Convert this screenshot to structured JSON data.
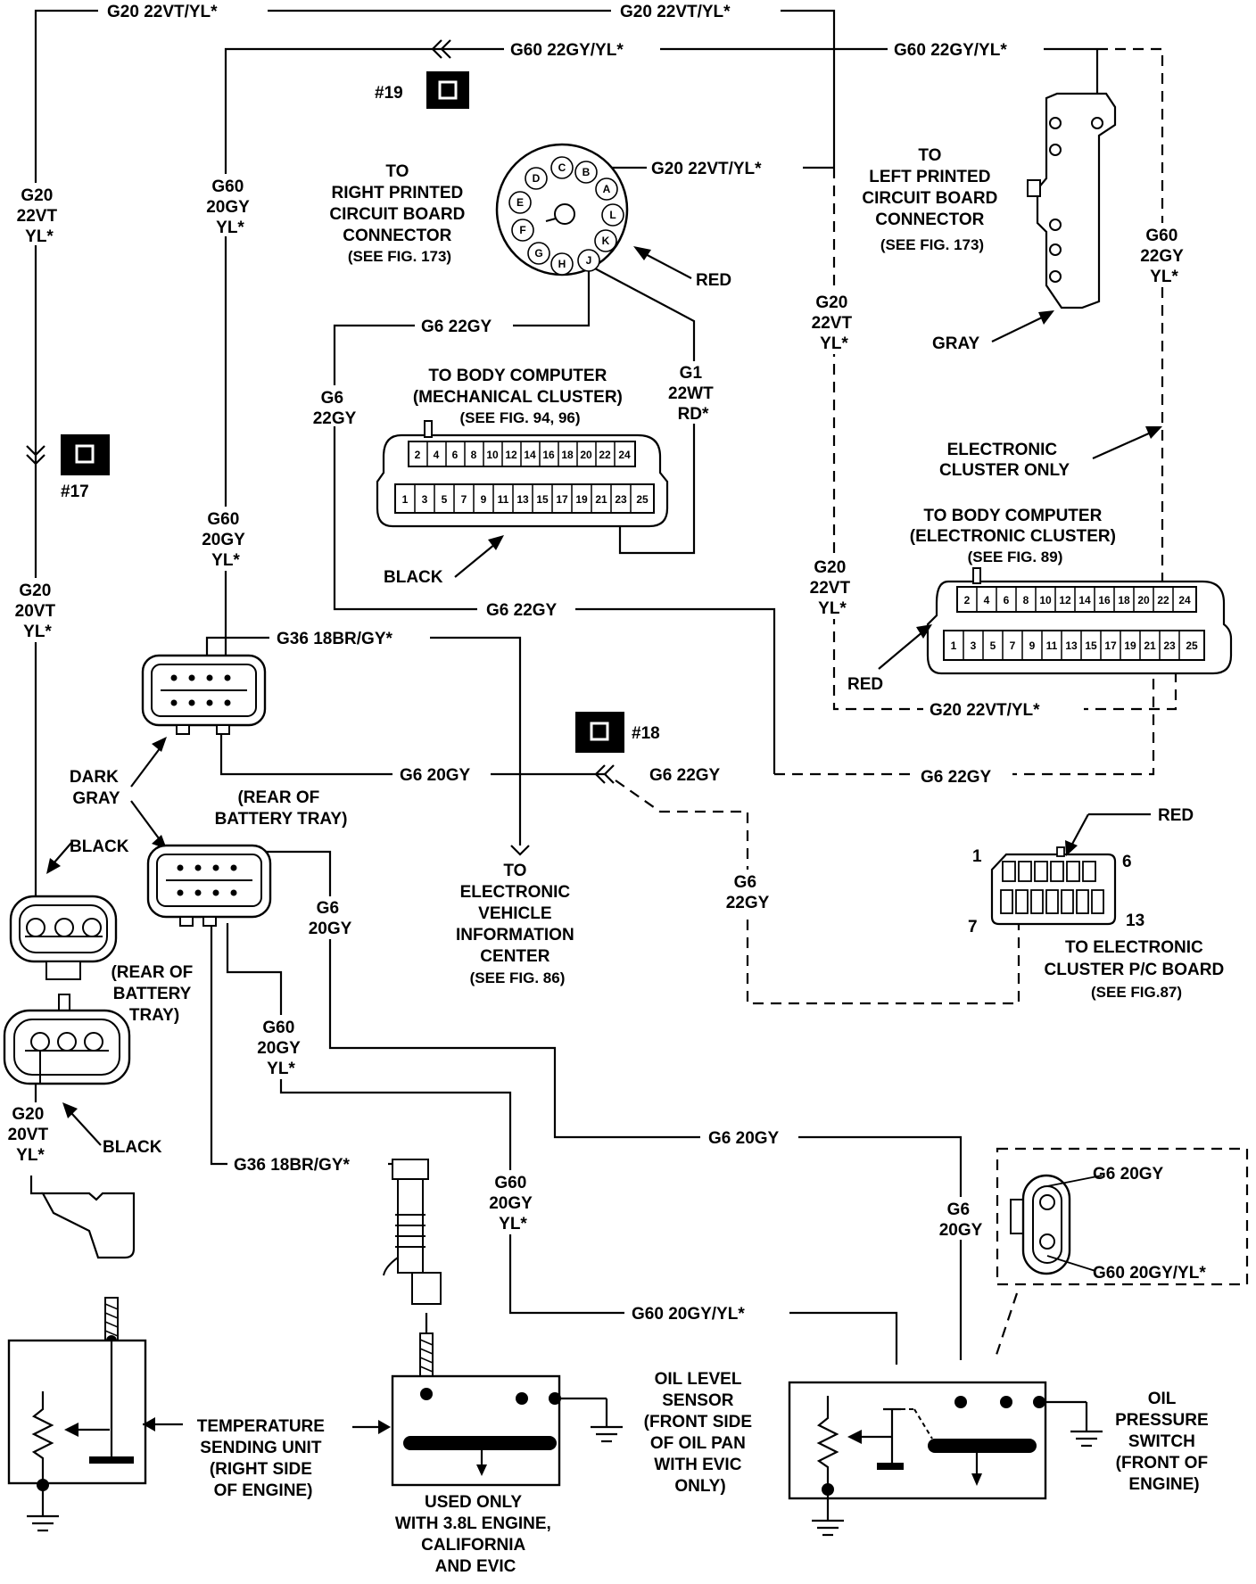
{
  "wires": {
    "g20_top_left": "G20 22VT/YL*",
    "g20_top_right": "G20 22VT/YL*",
    "g60_top": "G60 22GY/YL*",
    "g60_top_right": "G60 22GY/YL*",
    "g20_left_vert": [
      "G20",
      "22VT",
      "YL*"
    ],
    "g60_left_vert": [
      "G60",
      "20GY",
      "YL*"
    ],
    "g20_ign": "G20 22VT/YL*",
    "g6_22gy_top": "G6 22GY",
    "g6_22gy_vert": [
      "G6",
      "22GY"
    ],
    "g1": [
      "G1",
      "22WT",
      "RD*"
    ],
    "g20_mid_vert": [
      "G20",
      "22VT",
      "YL*"
    ],
    "g20_mid_vert2": [
      "G20",
      "22VT",
      "YL*"
    ],
    "g60_right_vert": [
      "G60",
      "22GY",
      "YL*"
    ],
    "g60_mid_vert": [
      "G60",
      "20GY",
      "YL*"
    ],
    "g20_left_mid": [
      "G20",
      "20VT",
      "YL*"
    ],
    "g6_22gy_mid": "G6 22GY",
    "g36_top": "G36 18BR/GY*",
    "g20_ec_bottom": "G20 22VT/YL*",
    "g6_20gy_mid": "G6 20GY",
    "g6_22gy_c18": "G6 22GY",
    "g6_22gy_dash": "G6 22GY",
    "g6_22gy_diag": [
      "G6",
      "22GY"
    ],
    "g6_20gy_vert": [
      "G6",
      "20GY"
    ],
    "g60_20gy_lower": [
      "G60",
      "20GY",
      "YL*"
    ],
    "g20_20vt_low": [
      "G20",
      "20VT",
      "YL*"
    ],
    "g36_low": "G36 18BR/GY*",
    "g6_20gy_low": "G6 20GY",
    "g60_20gy_low2": [
      "G60",
      "20GY",
      "YL*"
    ],
    "g6_20gy_ops": [
      "G6",
      "20GY"
    ],
    "g60_bottom": "G60 20GY/YL*",
    "ops_g6": "G6 20GY",
    "ops_g60": "G60 20GY/YL*"
  },
  "connectors": {
    "c19": "#19",
    "c17": "#17",
    "c18": "#18"
  },
  "labels": {
    "right_pcb": [
      "TO",
      "RIGHT PRINTED",
      "CIRCUIT BOARD",
      "CONNECTOR",
      "(SEE FIG. 173)"
    ],
    "left_pcb": [
      "TO",
      "LEFT PRINTED",
      "CIRCUIT BOARD",
      "CONNECTOR",
      "(SEE FIG. 173)"
    ],
    "red1": "RED",
    "gray": "GRAY",
    "body_mech": [
      "TO BODY COMPUTER",
      "(MECHANICAL CLUSTER)",
      "(SEE FIG. 94, 96)"
    ],
    "black1": "BLACK",
    "elec_only": [
      "ELECTRONIC",
      "CLUSTER ONLY"
    ],
    "body_elec": [
      "TO BODY COMPUTER",
      "(ELECTRONIC CLUSTER)",
      "(SEE FIG. 89)"
    ],
    "red2": "RED",
    "dark_gray": [
      "DARK",
      "GRAY"
    ],
    "rear_tray1": [
      "(REAR OF",
      "BATTERY TRAY)"
    ],
    "black2": "BLACK",
    "evic": [
      "TO",
      "ELECTRONIC",
      "VEHICLE",
      "INFORMATION",
      "CENTER",
      "(SEE FIG. 86)"
    ],
    "red3": "RED",
    "pin1": "1",
    "pin6": "6",
    "pin7": "7",
    "pin13": "13",
    "ec_pc": [
      "TO ELECTRONIC",
      "CLUSTER P/C BOARD",
      "(SEE FIG.87)"
    ],
    "rear_tray2": [
      "(REAR OF",
      "BATTERY",
      "TRAY)"
    ],
    "black3": "BLACK",
    "temp": [
      "TEMPERATURE",
      "SENDING UNIT",
      "(RIGHT SIDE",
      "OF ENGINE)"
    ],
    "used_only": [
      "USED ONLY",
      "WITH 3.8L ENGINE,",
      "CALIFORNIA",
      "AND EVIC"
    ],
    "oil_level": [
      "OIL LEVEL",
      "SENSOR",
      "(FRONT SIDE",
      "OF OIL PAN",
      "WITH EVIC",
      "ONLY)"
    ],
    "oil_press": [
      "OIL",
      "PRESSURE",
      "SWITCH",
      "(FRONT OF",
      "ENGINE)"
    ]
  },
  "ignition_pins": [
    "C",
    "B",
    "D",
    "A",
    "E",
    "L",
    "F",
    "K",
    "G",
    "J",
    "H"
  ],
  "mech_top_pins": [
    "2",
    "4",
    "6",
    "8",
    "10",
    "12",
    "14",
    "16",
    "18",
    "20",
    "22",
    "24"
  ],
  "mech_bot_pins": [
    "1",
    "3",
    "5",
    "7",
    "9",
    "11",
    "13",
    "15",
    "17",
    "19",
    "21",
    "23",
    "25"
  ],
  "elec_top_pins": [
    "2",
    "4",
    "6",
    "8",
    "10",
    "12",
    "14",
    "16",
    "18",
    "20",
    "22",
    "24"
  ],
  "elec_bot_pins": [
    "1",
    "3",
    "5",
    "7",
    "9",
    "11",
    "13",
    "15",
    "17",
    "19",
    "21",
    "23",
    "25"
  ]
}
